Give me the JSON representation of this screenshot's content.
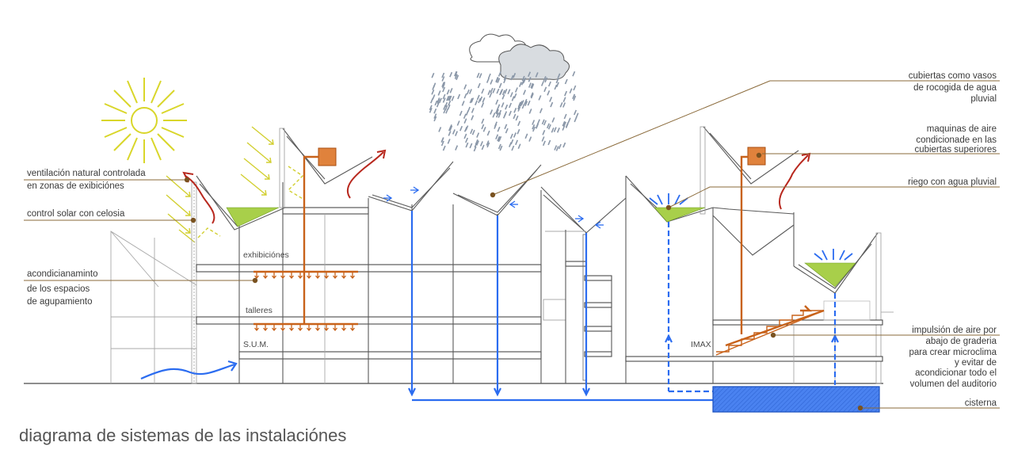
{
  "title": "diagrama de sistemas de las instalaciónes",
  "labels_left": {
    "ventilacion_1": "ventilación natural controlada",
    "ventilacion_2": "en zonas de exibiciónes",
    "control_solar": "control solar con celosia",
    "acond_1": "acondicianaminto",
    "acond_2": "de los espacios",
    "acond_3": "de agupamiento"
  },
  "labels_right": {
    "cubiertas_1": "cubiertas como vasos",
    "cubiertas_2": "de rocogida de agua",
    "cubiertas_3": "pluvial",
    "maquinas_1": "maquinas de aire",
    "maquinas_2": "condicionade en las",
    "maquinas_3": "cubiertas superiores",
    "riego": "riego con agua pluvial",
    "impulsion_1": "impulsión de aire por",
    "impulsion_2": "abajo de graderia",
    "impulsion_3": "para crear microclima",
    "impulsion_4": "y evitar de",
    "impulsion_5": "acondicionar todo el",
    "impulsion_6": "volumen del auditorio",
    "cisterna": "cisterna"
  },
  "spaces": {
    "exhibiciones": "exhibiciónes",
    "talleres": "talleres",
    "sum": "S.U.M.",
    "imax": "IMAX"
  },
  "colors": {
    "water": "#2b6cf0",
    "air": "#c8621a",
    "hot_air": "#b8281e",
    "sun": "#d9d62a",
    "vegetation": "#a8cf4a",
    "leader": "#8a6a3a"
  },
  "icons": [
    "sun-icon",
    "cloud-icon",
    "rain-icon",
    "sprinkler-icon",
    "cistern-icon"
  ]
}
